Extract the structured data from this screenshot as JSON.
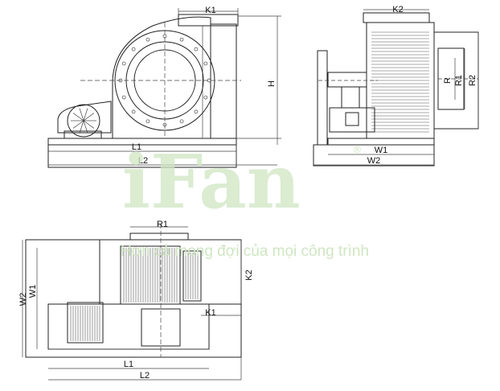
{
  "front_view": {
    "labels": {
      "k1": "K1",
      "h": "H",
      "l1": "L1",
      "l2": "L2"
    }
  },
  "side_view": {
    "labels": {
      "k2": "K2",
      "r": "R",
      "r1": "R1",
      "r2": "R2",
      "w1": "W1",
      "w2": "W2"
    }
  },
  "top_view": {
    "labels": {
      "r1": "R1",
      "k2": "K2",
      "k1": "K1",
      "w1": "W1",
      "w2": "W2",
      "l1": "L1",
      "l2": "L2"
    }
  },
  "watermark": {
    "logo": "iFan",
    "registered": "®",
    "tagline": "Hơn cả mong đợi của mọi công trình"
  },
  "colors": {
    "line": "#222222",
    "watermark": "#cfe6c2"
  },
  "icons": {
    "motor_fan_cover": "motor-fan-cover-icon"
  }
}
